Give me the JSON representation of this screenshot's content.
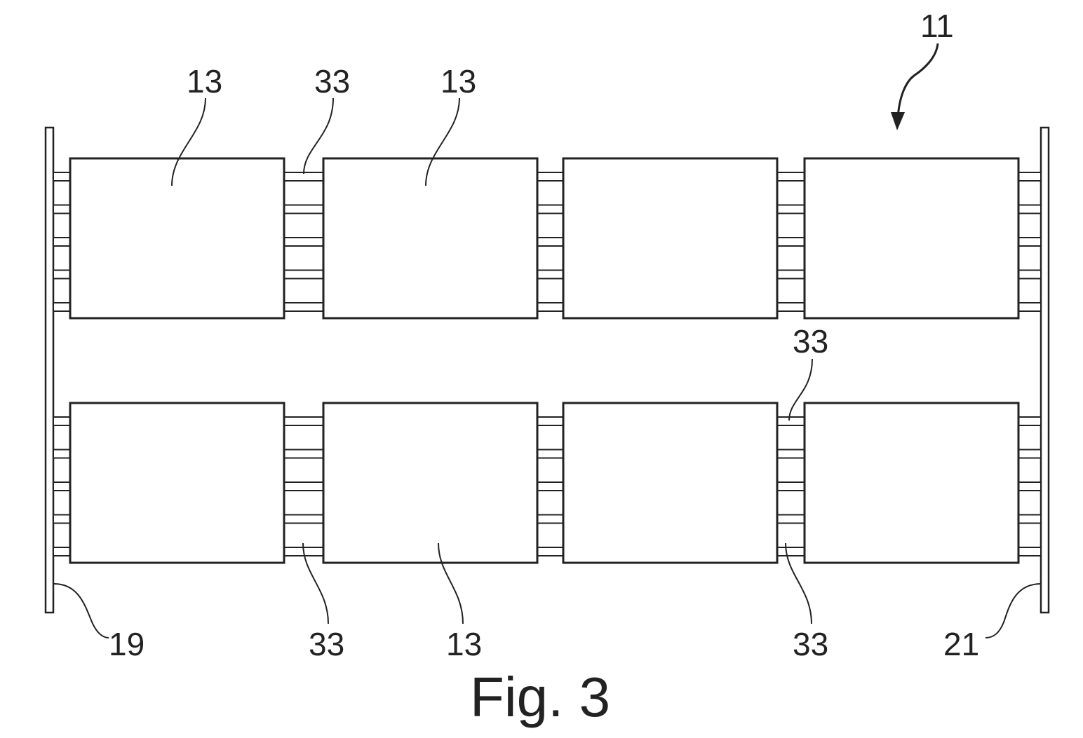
{
  "figure": {
    "caption": "Fig. 3",
    "reference": "11"
  },
  "labels": {
    "cell_top_left": "13",
    "cell_top_second": "13",
    "cell_bottom_second": "13",
    "connector_top": "33",
    "connector_mid_right": "33",
    "connector_bottom_left": "33",
    "connector_bottom_right": "33",
    "plate_left": "19",
    "plate_right": "21"
  },
  "structure": {
    "rows": 2,
    "cells_per_row": 4,
    "connectors_between_cells": 5
  }
}
